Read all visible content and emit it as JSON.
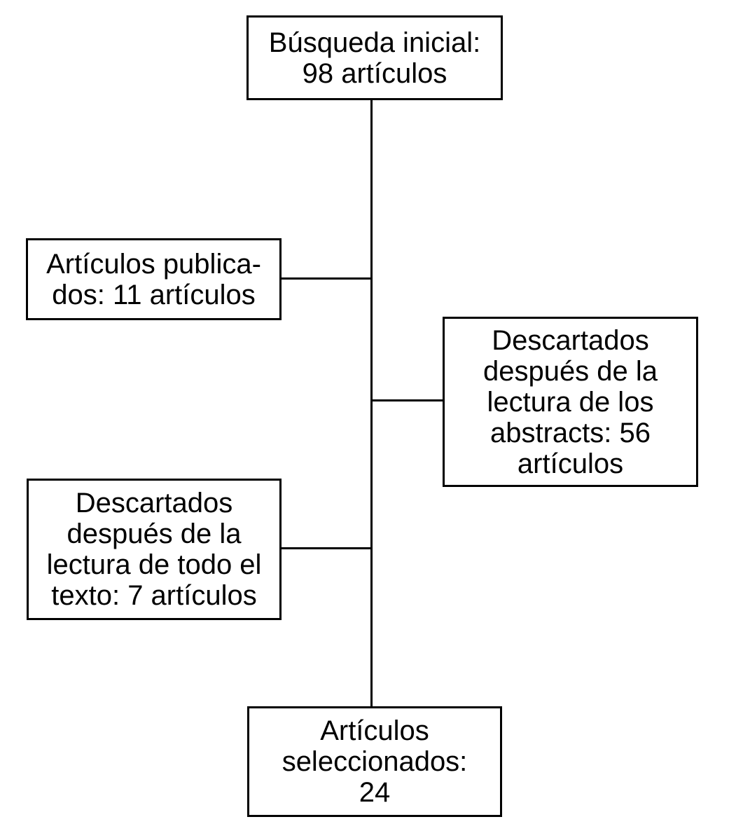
{
  "flowchart": {
    "background_color": "#ffffff",
    "border_color": "#000000",
    "text_color": "#000000",
    "nodes": {
      "initial_search": {
        "label": "Búsqueda inicial:\n98 artículos"
      },
      "published_articles": {
        "label": "Artículos publica-\ndos: 11 artículos"
      },
      "discarded_after_abstracts": {
        "label": "Descartados\ndespués de la\nlectura de los\nabstracts: 56\nartículos"
      },
      "discarded_after_full_text": {
        "label": "Descartados\ndespués de la\nlectura de todo el\ntexto: 7 artículos"
      },
      "selected_articles": {
        "label": "Artículos\nseleccionados:\n24"
      }
    }
  }
}
